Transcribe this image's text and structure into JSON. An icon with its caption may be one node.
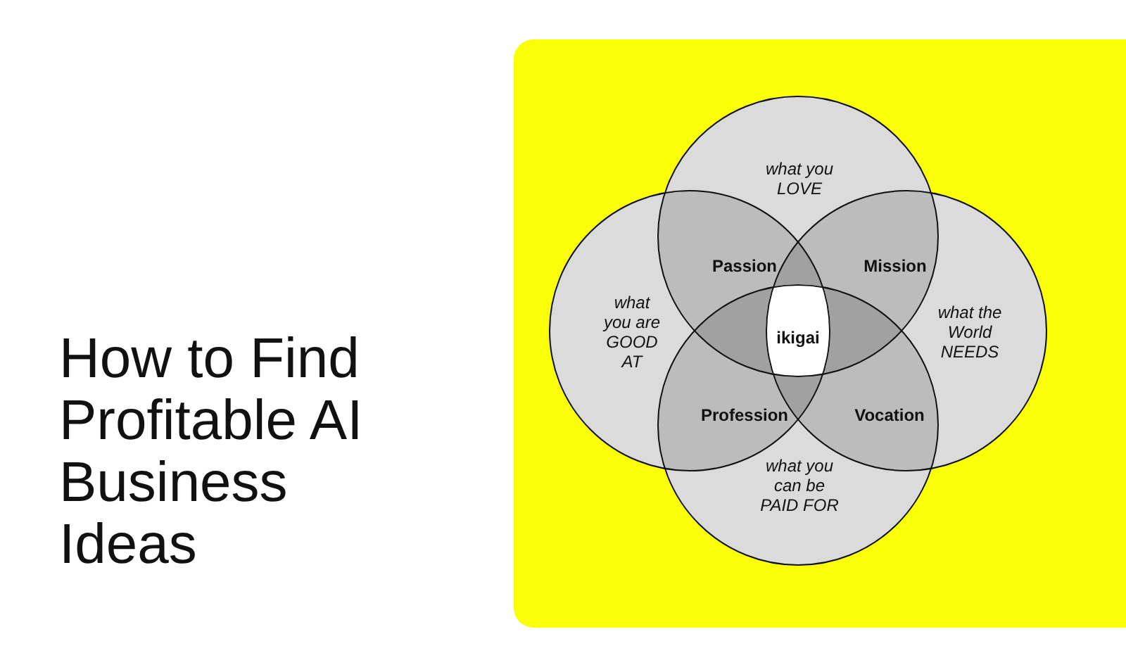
{
  "diagram": {
    "title": "How to Find Profitable AI Business Ideas",
    "nodes": [
      {
        "text": [
          "what you LOVE"
        ]
      },
      {
        "text": [
          "what you are GOOD AT"
        ]
      },
      {
        "text": [
          "what the World NEEDS"
        ]
      },
      {
        "text": [
          "what you can be PAID FOR"
        ]
      },
      {
        "text": [
          "Passion"
        ]
      },
      {
        "text": [
          "Mission"
        ]
      },
      {
        "text": [
          "ikigai"
        ]
      },
      {
        "text": [
          "Profession"
        ]
      },
      {
        "text": [
          "Vocation"
        ]
      }
    ],
    "edges": []
  }
}
